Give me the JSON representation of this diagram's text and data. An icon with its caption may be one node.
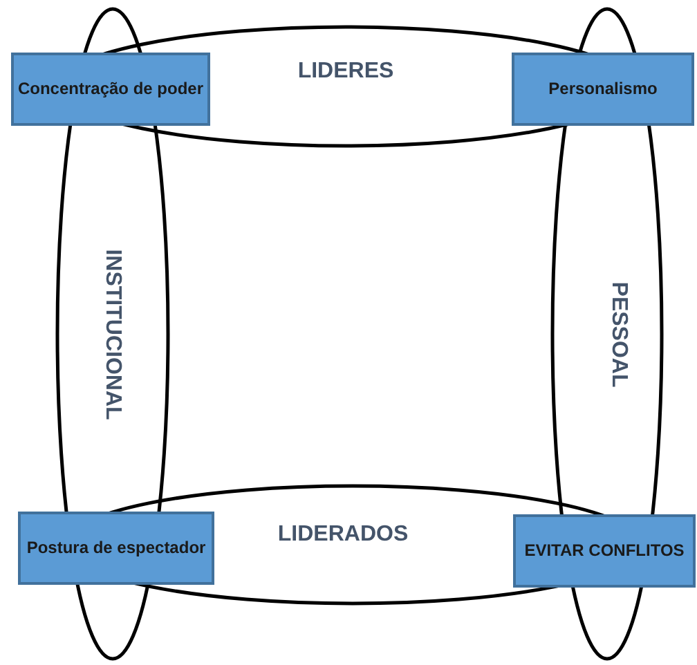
{
  "diagram": {
    "nodes": [
      {
        "text": [
          "Concentração de poder"
        ]
      },
      {
        "text": [
          "LIDERES"
        ]
      },
      {
        "text": [
          "Personalismo"
        ]
      },
      {
        "text": [
          "INSTITUCIONAL"
        ]
      },
      {
        "text": [
          "PESSOAL"
        ]
      },
      {
        "text": [
          "Postura de espectador"
        ]
      },
      {
        "text": [
          "LIDERADOS"
        ]
      },
      {
        "text": [
          "EVITAR CONFLITOS"
        ]
      }
    ],
    "edges": []
  }
}
